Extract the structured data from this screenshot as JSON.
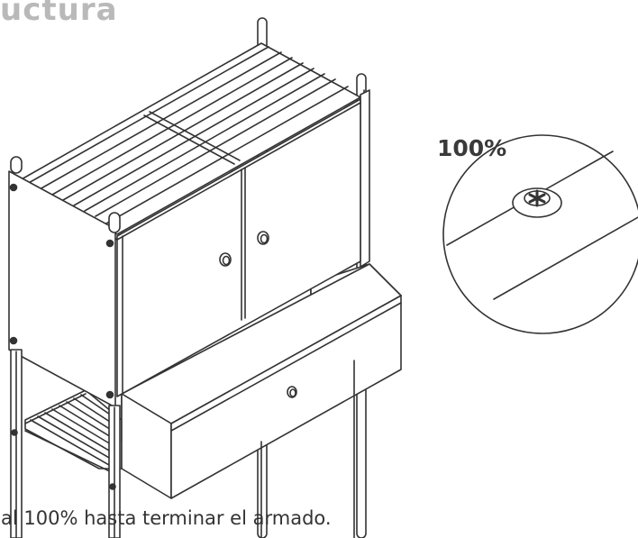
{
  "heading": {
    "text": "uctura",
    "color": "#b9b9b9"
  },
  "detail": {
    "percent_label": "100%",
    "screw_icon": "phillips-screw-icon",
    "tightness_percent": 100
  },
  "caption": {
    "text": "al 100% hasta terminar el armado."
  },
  "colors": {
    "line": "#333333",
    "background": "#ffffff"
  }
}
